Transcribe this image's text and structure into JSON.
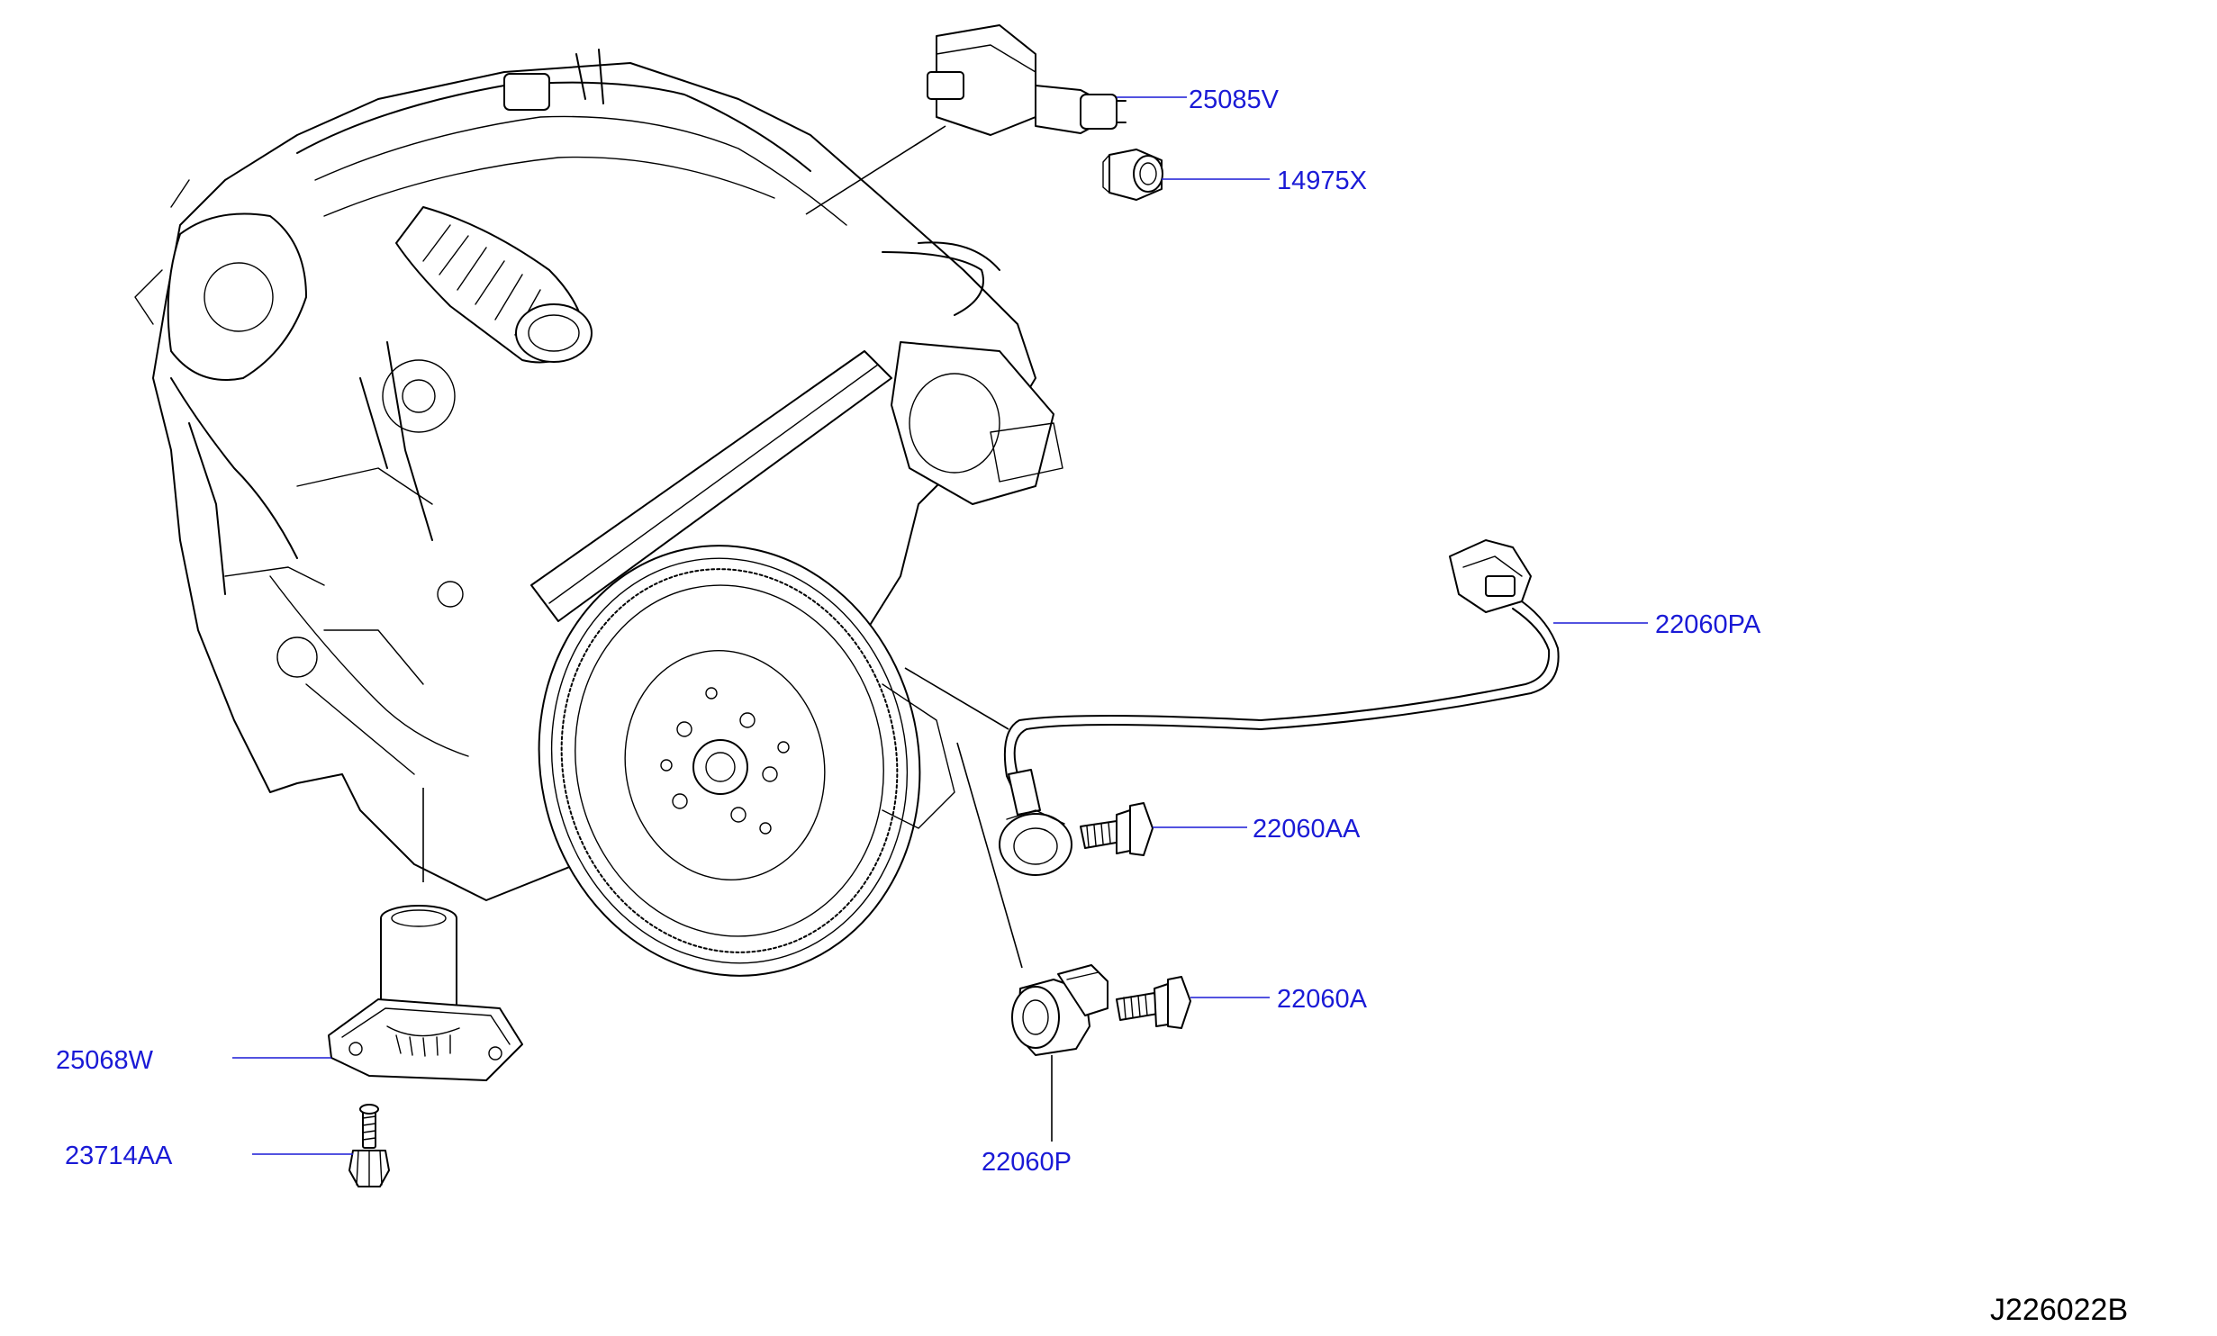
{
  "diagram": {
    "part_labels": {
      "p25085V": "25085V",
      "p14975X": "14975X",
      "p22060PA": "22060PA",
      "p22060AA": "22060AA",
      "p22060A": "22060A",
      "p22060P": "22060P",
      "p25068W": "25068W",
      "p23714AA": "23714AA"
    },
    "drawing_code": "J226022B"
  },
  "colors": {
    "label": "#1a1ad6",
    "line_art": "#000000",
    "background": "#ffffff"
  }
}
